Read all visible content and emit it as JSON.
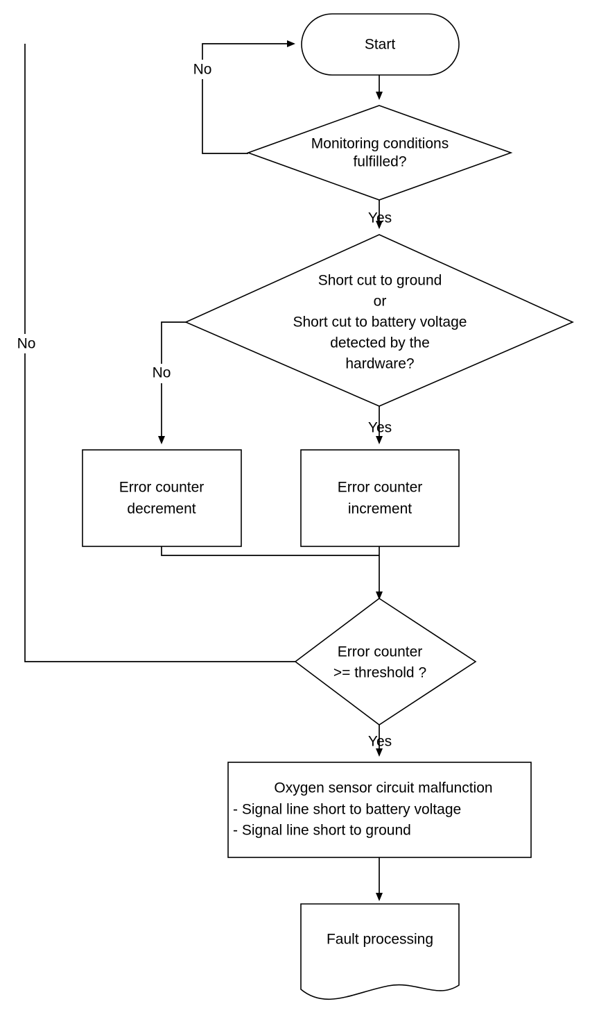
{
  "diagram": {
    "title": "Oxygen sensor circuit malfunction diagnostic flowchart",
    "stroke_color": "#000000",
    "fill_color": "#ffffff",
    "background": "#ffffff",
    "nodes": {
      "start": {
        "shape": "terminator",
        "label": "Start"
      },
      "monitoring_conditions": {
        "shape": "decision",
        "line1": "Monitoring  conditions",
        "line2": "fulfilled?"
      },
      "short_cut_detect": {
        "shape": "decision",
        "line1": "Short cut to ground",
        "line2": "or",
        "line3": "Short cut to battery voltage",
        "line4": "detected by the",
        "line5": "hardware?"
      },
      "counter_decrement": {
        "shape": "process",
        "line1": "Error counter",
        "line2": "decrement"
      },
      "counter_increment": {
        "shape": "process",
        "line1": "Error counter",
        "line2": "increment"
      },
      "threshold_check": {
        "shape": "decision",
        "line1": "Error counter",
        "line2": ">= threshold ?"
      },
      "malfunction_result": {
        "shape": "process",
        "line1": "Oxygen sensor circuit malfunction",
        "line2": "- Signal line short to battery voltage",
        "line3": "- Signal line short to ground"
      },
      "fault_processing": {
        "shape": "document",
        "label": "Fault processing"
      }
    },
    "edge_labels": {
      "monitoring_no": "No",
      "monitoring_yes": "Yes",
      "shortcut_no": "No",
      "shortcut_yes": "Yes",
      "threshold_no": "No",
      "threshold_yes": "Yes"
    }
  }
}
